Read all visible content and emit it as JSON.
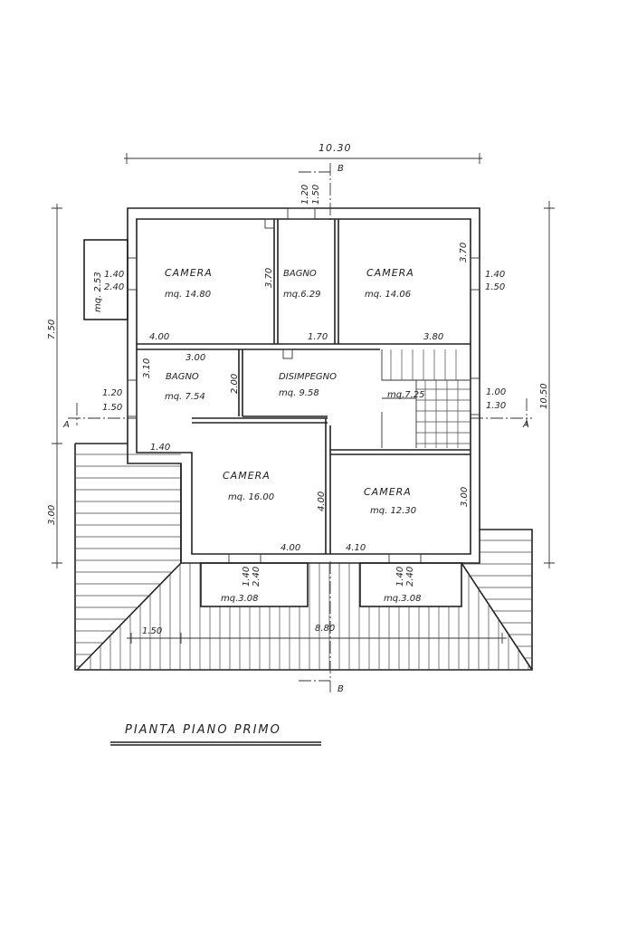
{
  "title": "PIANTA PIANO PRIMO",
  "section_marks": {
    "a": "A",
    "b": "B"
  },
  "overall_dims": {
    "width": "10.30",
    "depth": "10.50",
    "left_upper": "7.50",
    "left_lower": "3.00",
    "roof_left": "1.50",
    "roof_bottom": "8.80"
  },
  "rooms": [
    {
      "name": "CAMERA",
      "area": "mq. 14.80",
      "dims": [
        "3.70",
        "4.00"
      ]
    },
    {
      "name": "BAGNO",
      "area": "mq.6.29",
      "dims": [
        "1.70"
      ]
    },
    {
      "name": "CAMERA",
      "area": "mq. 14.06",
      "dims": [
        "3.70",
        "3.80"
      ]
    },
    {
      "name": "BAGNO",
      "area": "mq. 7.54",
      "dims": [
        "3.00",
        "3.10",
        "2.00",
        "1.40"
      ]
    },
    {
      "name": "DISIMPEGNO",
      "area": "mq. 9.58"
    },
    {
      "name": "",
      "area": "mq.7.25"
    },
    {
      "name": "CAMERA",
      "area": "mq. 16.00",
      "dims": [
        "4.00",
        "4.00"
      ]
    },
    {
      "name": "CAMERA",
      "area": "mq. 12.30",
      "dims": [
        "3.00",
        "4.10"
      ]
    }
  ],
  "balconies": [
    {
      "area": "mq. 2.53",
      "window": [
        "1.40",
        "2.40"
      ]
    },
    {
      "area": "mq.3.08",
      "window": [
        "1.40",
        "2.40"
      ]
    },
    {
      "area": "mq.3.08",
      "window": [
        "1.40",
        "2.40"
      ]
    }
  ],
  "windows": [
    {
      "top": "1.20",
      "bottom": "1.50"
    },
    {
      "top": "1.40",
      "bottom": "1.50"
    },
    {
      "top": "1.20",
      "bottom": "1.50"
    },
    {
      "top": "1.00",
      "bottom": "1.30"
    }
  ]
}
